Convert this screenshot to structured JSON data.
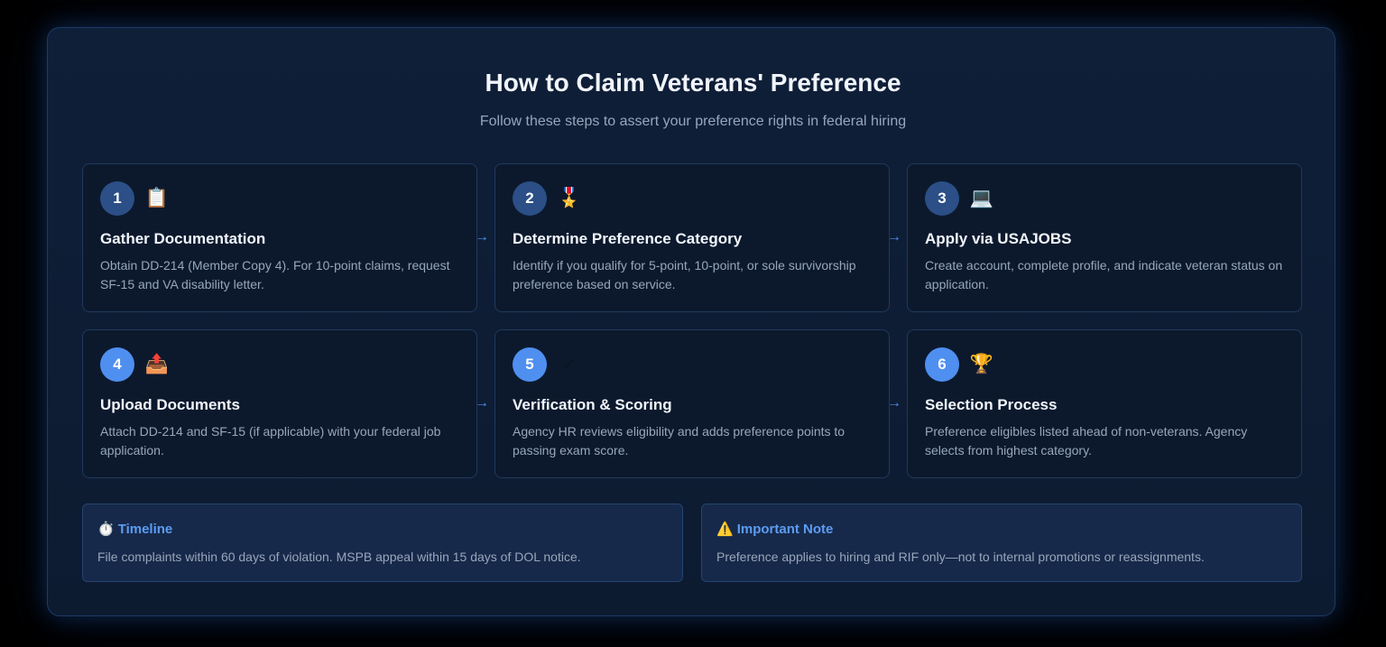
{
  "header": {
    "title": "How to Claim Veterans' Preference",
    "subtitle": "Follow these steps to assert your preference rights in federal hiring"
  },
  "steps": [
    {
      "number": "1",
      "icon": "clipboard-icon",
      "icon_glyph": "📋",
      "title": "Gather Documentation",
      "description": "Obtain DD-214 (Member Copy 4). For 10-point claims, request SF-15 and VA disability letter."
    },
    {
      "number": "2",
      "icon": "medal-icon",
      "icon_glyph": "🎖️",
      "title": "Determine Preference Category",
      "description": "Identify if you qualify for 5-point, 10-point, or sole survivorship preference based on service."
    },
    {
      "number": "3",
      "icon": "laptop-icon",
      "icon_glyph": "💻",
      "title": "Apply via USAJOBS",
      "description": "Create account, complete profile, and indicate veteran status on application."
    },
    {
      "number": "4",
      "icon": "upload-tray-icon",
      "icon_glyph": "📤",
      "title": "Upload Documents",
      "description": "Attach DD-214 and SF-15 (if applicable) with your federal job application."
    },
    {
      "number": "5",
      "icon": "checkmark-icon",
      "icon_glyph": "✓",
      "title": "Verification & Scoring",
      "description": "Agency HR reviews eligibility and adds preference points to passing exam score."
    },
    {
      "number": "6",
      "icon": "trophy-icon",
      "icon_glyph": "🏆",
      "title": "Selection Process",
      "description": "Preference eligibles listed ahead of non-veterans. Agency selects from highest category."
    }
  ],
  "arrow_glyph": "→",
  "notes": [
    {
      "icon": "stopwatch-icon",
      "icon_glyph": "⏱️",
      "title": "Timeline",
      "text": "File complaints within 60 days of violation. MSPB appeal within 15 days of DOL notice."
    },
    {
      "icon": "warning-icon",
      "icon_glyph": "⚠️",
      "title": "Important Note",
      "text": "Preference applies to hiring and RIF only—not to internal promotions or reassignments."
    }
  ],
  "colors": {
    "background": "#000000",
    "panel": "#0f1f38",
    "accent": "#4f8ff0",
    "badge_dark": "#2b4f86",
    "text_primary": "#f1f5fb",
    "text_secondary": "#98a6bb"
  }
}
